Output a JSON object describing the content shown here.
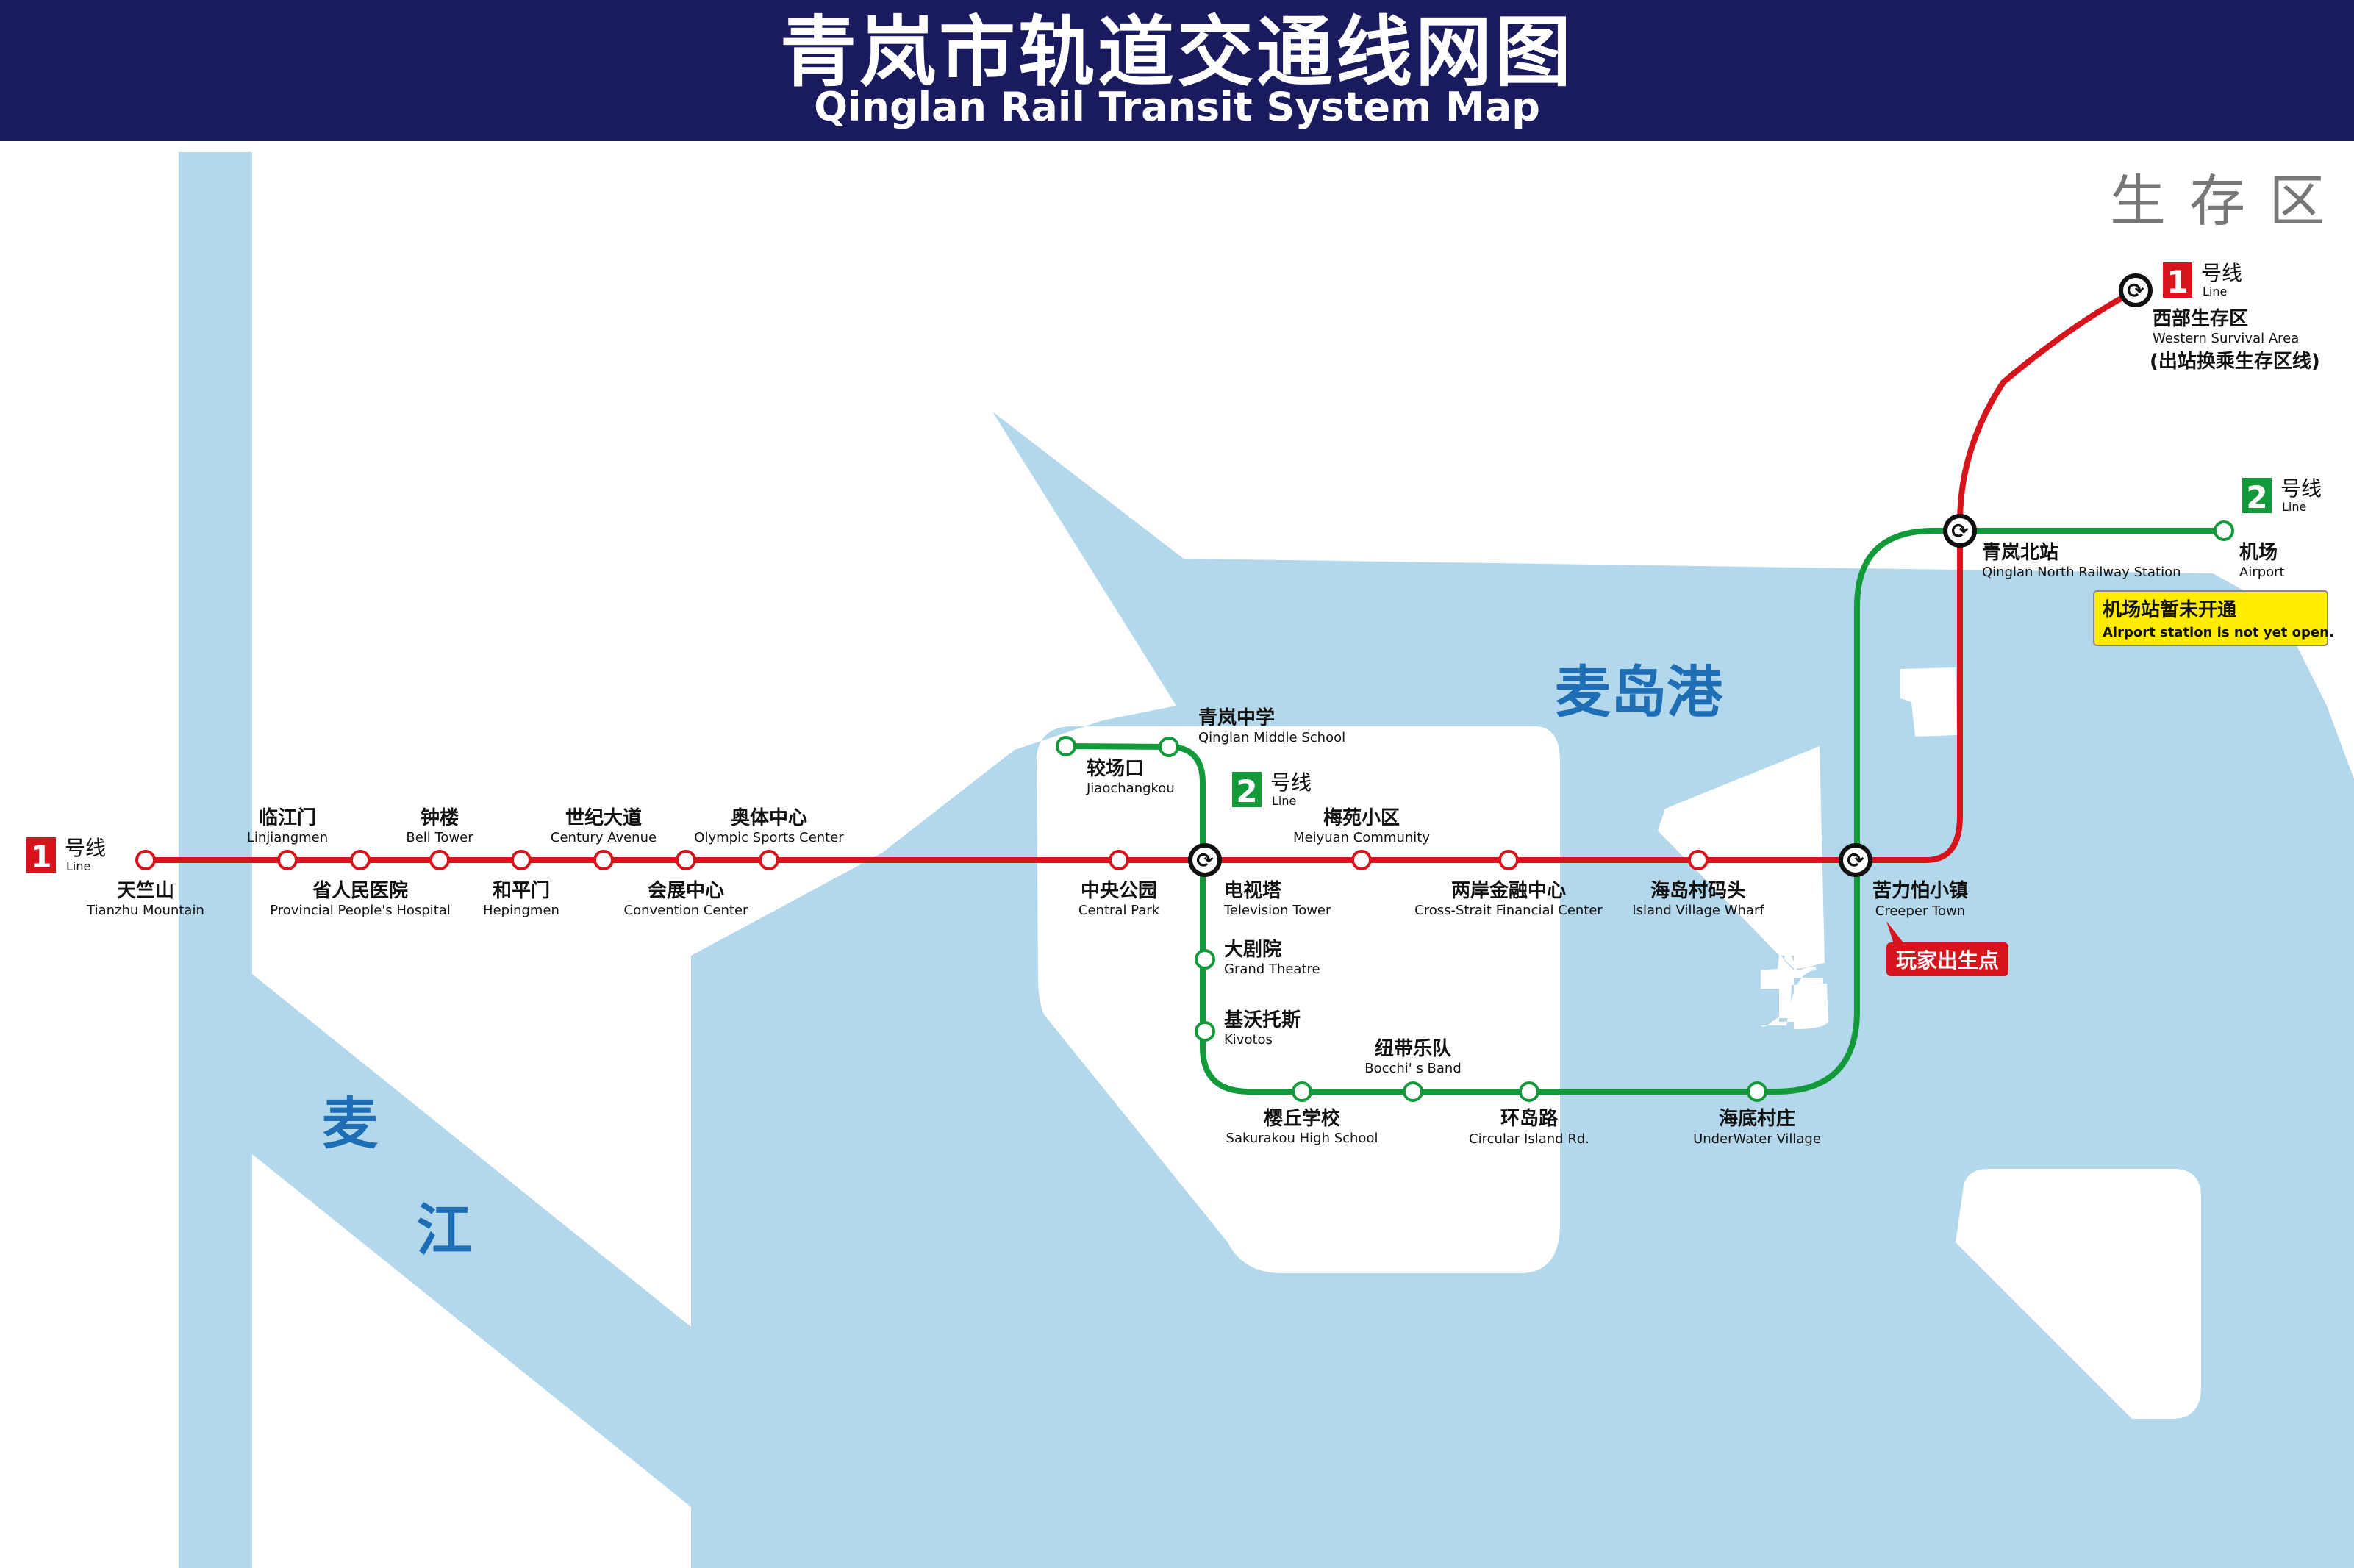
{
  "header": {
    "title_cn": "青岚市轨道交通线网图",
    "title_en": "Qinglan Rail Transit System Map"
  },
  "colors": {
    "header_bg": "#1a1a5e",
    "water": "#b3d8ec",
    "line1": "#d7141c",
    "line2": "#129a3a",
    "notice_bg": "#ffec00",
    "water_label": "#1e6eb5"
  },
  "zone_label": "生 存 区",
  "water_labels": {
    "river_1": "麦",
    "river_2": "江",
    "harbor": "麦岛港"
  },
  "line_badges": {
    "line1_left": {
      "num": "1",
      "cn": "号线",
      "en": "Line"
    },
    "line1_top": {
      "num": "1",
      "cn": "号线",
      "en": "Line"
    },
    "line2_center": {
      "num": "2",
      "cn": "号线",
      "en": "Line"
    },
    "line2_right": {
      "num": "2",
      "cn": "号线",
      "en": "Line"
    }
  },
  "stations": {
    "tianzhushan": {
      "cn": "天竺山",
      "en": "Tianzhu Mountain"
    },
    "linjiangmen": {
      "cn": "临江门",
      "en": "Linjiangmen"
    },
    "provincial_hospital": {
      "cn": "省人民医院",
      "en": "Provincial People's Hospital"
    },
    "bell_tower": {
      "cn": "钟楼",
      "en": "Bell Tower"
    },
    "hepingmen": {
      "cn": "和平门",
      "en": "Hepingmen"
    },
    "century_avenue": {
      "cn": "世纪大道",
      "en": "Century Avenue"
    },
    "convention_center": {
      "cn": "会展中心",
      "en": "Convention Center"
    },
    "olympic_center": {
      "cn": "奥体中心",
      "en": "Olympic Sports Center"
    },
    "central_park": {
      "cn": "中央公园",
      "en": "Central Park"
    },
    "jiaochangkou": {
      "cn": "较场口",
      "en": "Jiaochangkou"
    },
    "qinglan_middle": {
      "cn": "青岚中学",
      "en": "Qinglan Middle School"
    },
    "tv_tower": {
      "cn": "电视塔",
      "en": "Television Tower"
    },
    "meiyuan": {
      "cn": "梅苑小区",
      "en": "Meiyuan Community"
    },
    "cross_strait": {
      "cn": "两岸金融中心",
      "en": "Cross-Strait Financial Center"
    },
    "island_wharf": {
      "cn": "海岛村码头",
      "en": "Island Village Wharf"
    },
    "creeper_town": {
      "cn": "苦力怕小镇",
      "en": "Creeper Town"
    },
    "grand_theatre": {
      "cn": "大剧院",
      "en": "Grand Theatre"
    },
    "kivotos": {
      "cn": "基沃托斯",
      "en": "Kivotos"
    },
    "sakurakou": {
      "cn": "樱丘学校",
      "en": "Sakurakou High School"
    },
    "bocchi_band": {
      "cn": "纽带乐队",
      "en": "Bocchi' s Band"
    },
    "circular_road": {
      "cn": "环岛路",
      "en": "Circular Island Rd."
    },
    "underwater_village": {
      "cn": "海底村庄",
      "en": "UnderWater Village"
    },
    "qinglan_north": {
      "cn": "青岚北站",
      "en": "Qinglan North Railway Station"
    },
    "airport": {
      "cn": "机场",
      "en": "Airport"
    },
    "western_survival": {
      "cn": "西部生存区",
      "en": "Western Survival Area",
      "note": "(出站换乘生存区线)"
    }
  },
  "notices": {
    "airport_closed": {
      "cn": "机场站暂未开通",
      "en": "Airport station is not yet open."
    },
    "spawn_point": "玩家出生点"
  }
}
